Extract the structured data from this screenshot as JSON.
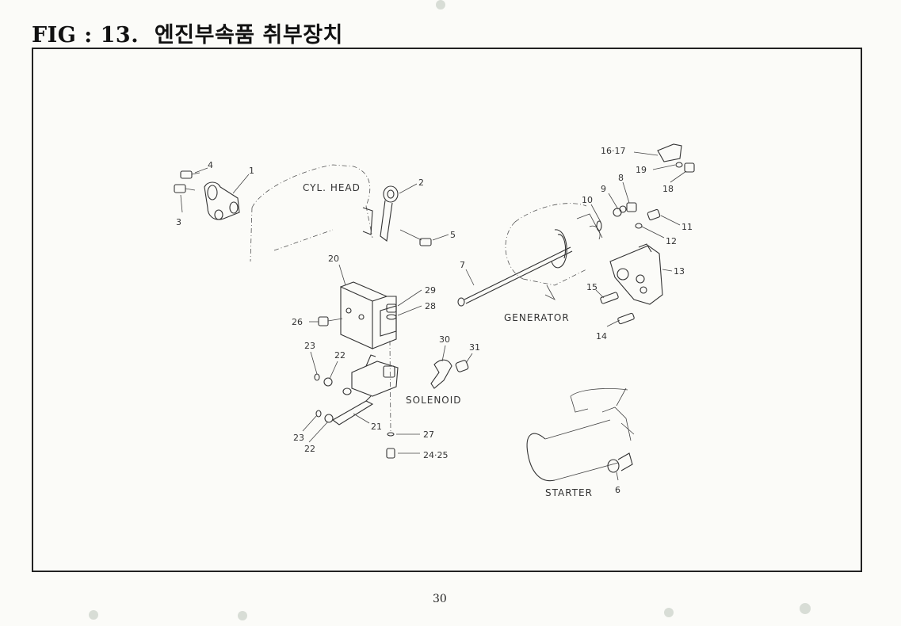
{
  "title": {
    "fig": "FIG : 13.",
    "korean": "엔진부속품 취부장치"
  },
  "page_number": "30",
  "assemblies": {
    "cyl_head": "CYL. HEAD",
    "generator": "GENERATOR",
    "solenoid": "SOLENOID",
    "starter": "STARTER"
  },
  "callouts": {
    "c1": "1",
    "c2": "2",
    "c3": "3",
    "c4": "4",
    "c5": "5",
    "c6": "6",
    "c7": "7",
    "c8": "8",
    "c9": "9",
    "c10": "10",
    "c11": "11",
    "c12": "12",
    "c13": "13",
    "c14": "14",
    "c15": "15",
    "c16_17": "16·17",
    "c18": "18",
    "c19": "19",
    "c20": "20",
    "c21": "21",
    "c22a": "22",
    "c22b": "22",
    "c23a": "23",
    "c23b": "23",
    "c24_25": "24·25",
    "c26": "26",
    "c27": "27",
    "c28": "28",
    "c29": "29",
    "c30": "30",
    "c31": "31"
  }
}
